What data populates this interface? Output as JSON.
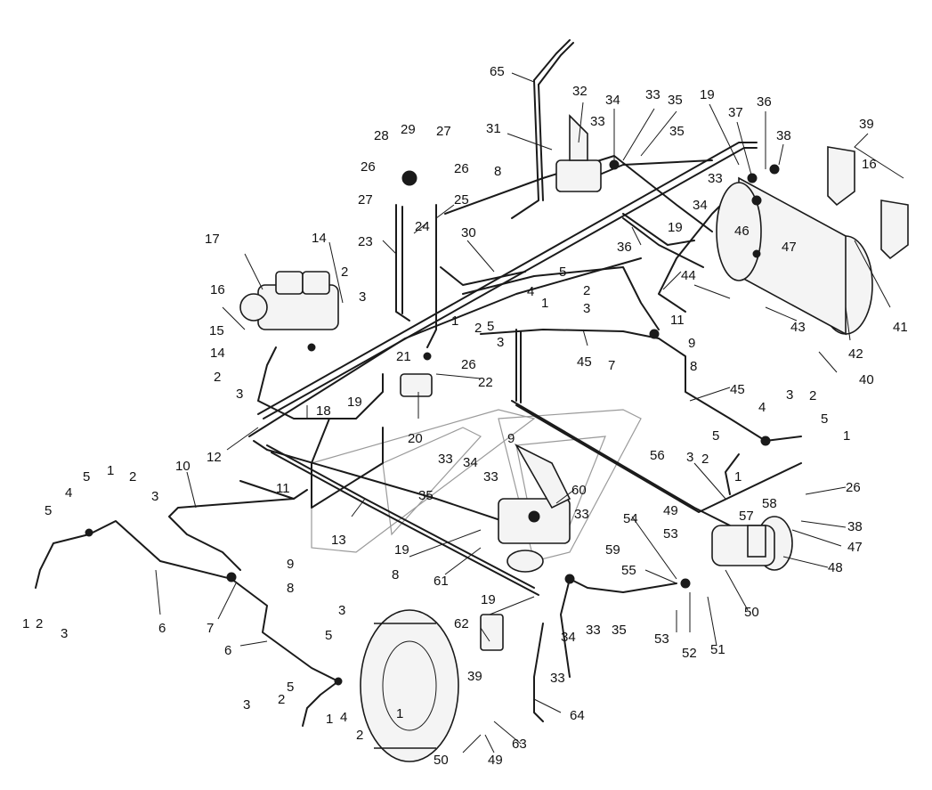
{
  "diagram": {
    "callouts": [
      {
        "text": "65"
      },
      {
        "text": "32"
      },
      {
        "text": "34"
      },
      {
        "text": "33"
      },
      {
        "text": "35"
      },
      {
        "text": "19"
      },
      {
        "text": "37"
      },
      {
        "text": "36"
      },
      {
        "text": "38"
      },
      {
        "text": "39"
      },
      {
        "text": "31"
      },
      {
        "text": "33"
      },
      {
        "text": "16"
      },
      {
        "text": "8"
      },
      {
        "text": "35"
      },
      {
        "text": "28"
      },
      {
        "text": "29"
      },
      {
        "text": "27"
      },
      {
        "text": "33"
      },
      {
        "text": "26"
      },
      {
        "text": "26"
      },
      {
        "text": "34"
      },
      {
        "text": "27"
      },
      {
        "text": "25"
      },
      {
        "text": "19"
      },
      {
        "text": "46"
      },
      {
        "text": "47"
      },
      {
        "text": "24"
      },
      {
        "text": "36"
      },
      {
        "text": "23"
      },
      {
        "text": "30"
      },
      {
        "text": "17"
      },
      {
        "text": "14"
      },
      {
        "text": "44"
      },
      {
        "text": "41"
      },
      {
        "text": "2"
      },
      {
        "text": "5"
      },
      {
        "text": "16"
      },
      {
        "text": "3"
      },
      {
        "text": "4"
      },
      {
        "text": "2"
      },
      {
        "text": "43"
      },
      {
        "text": "42"
      },
      {
        "text": "1"
      },
      {
        "text": "3"
      },
      {
        "text": "15"
      },
      {
        "text": "1"
      },
      {
        "text": "2"
      },
      {
        "text": "5"
      },
      {
        "text": "11"
      },
      {
        "text": "14"
      },
      {
        "text": "3"
      },
      {
        "text": "9"
      },
      {
        "text": "26"
      },
      {
        "text": "45"
      },
      {
        "text": "2"
      },
      {
        "text": "21"
      },
      {
        "text": "7"
      },
      {
        "text": "8"
      },
      {
        "text": "40"
      },
      {
        "text": "3"
      },
      {
        "text": "22"
      },
      {
        "text": "19"
      },
      {
        "text": "45"
      },
      {
        "text": "3"
      },
      {
        "text": "2"
      },
      {
        "text": "18"
      },
      {
        "text": "4"
      },
      {
        "text": "5"
      },
      {
        "text": "20"
      },
      {
        "text": "1"
      },
      {
        "text": "12"
      },
      {
        "text": "5"
      },
      {
        "text": "9"
      },
      {
        "text": "56"
      },
      {
        "text": "3"
      },
      {
        "text": "2"
      },
      {
        "text": "33"
      },
      {
        "text": "34"
      },
      {
        "text": "1"
      },
      {
        "text": "26"
      },
      {
        "text": "60"
      },
      {
        "text": "11"
      },
      {
        "text": "10"
      },
      {
        "text": "33"
      },
      {
        "text": "5"
      },
      {
        "text": "1"
      },
      {
        "text": "2"
      },
      {
        "text": "35"
      },
      {
        "text": "49"
      },
      {
        "text": "4"
      },
      {
        "text": "3"
      },
      {
        "text": "57"
      },
      {
        "text": "58"
      },
      {
        "text": "33"
      },
      {
        "text": "38"
      },
      {
        "text": "5"
      },
      {
        "text": "13"
      },
      {
        "text": "54"
      },
      {
        "text": "47"
      },
      {
        "text": "19"
      },
      {
        "text": "53"
      },
      {
        "text": "59"
      },
      {
        "text": "48"
      },
      {
        "text": "9"
      },
      {
        "text": "8"
      },
      {
        "text": "55"
      },
      {
        "text": "61"
      },
      {
        "text": "8"
      },
      {
        "text": "1"
      },
      {
        "text": "2"
      },
      {
        "text": "7"
      },
      {
        "text": "19"
      },
      {
        "text": "50"
      },
      {
        "text": "3"
      },
      {
        "text": "6"
      },
      {
        "text": "62"
      },
      {
        "text": "33"
      },
      {
        "text": "35"
      },
      {
        "text": "53"
      },
      {
        "text": "52"
      },
      {
        "text": "51"
      },
      {
        "text": "6"
      },
      {
        "text": "34"
      },
      {
        "text": "5"
      },
      {
        "text": "3"
      },
      {
        "text": "39"
      },
      {
        "text": "33"
      },
      {
        "text": "5"
      },
      {
        "text": "64"
      },
      {
        "text": "3"
      },
      {
        "text": "2"
      },
      {
        "text": "4"
      },
      {
        "text": "1"
      },
      {
        "text": "1"
      },
      {
        "text": "2"
      },
      {
        "text": "63"
      },
      {
        "text": "50"
      },
      {
        "text": "49"
      }
    ]
  }
}
